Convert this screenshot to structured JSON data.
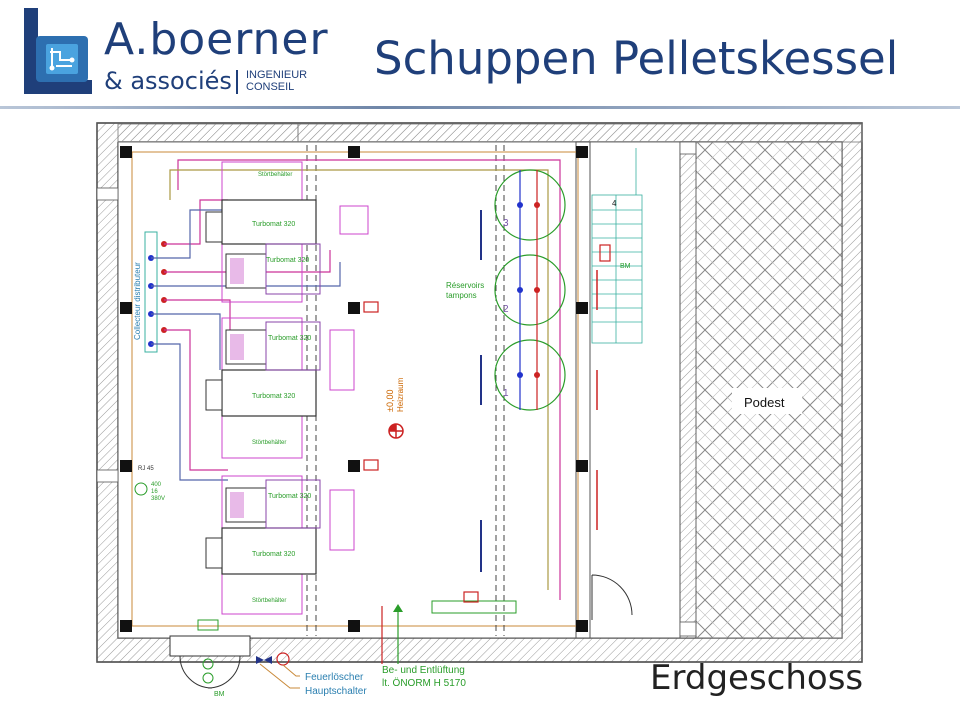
{
  "header": {
    "brand_name": "A.boerner",
    "brand_sub": "& associés",
    "brand_tag_1": "INGENIEUR",
    "brand_tag_2": "CONSEIL",
    "title": "Schuppen Pelletskessel"
  },
  "plan": {
    "units": [
      {
        "boiler_label": "Turbomat 320",
        "tank_label": "Turbomat 320",
        "small_label": "Störtbehälter"
      },
      {
        "boiler_label": "Turbomat 320",
        "tank_label": "Turbomat 320",
        "small_label": "Störtbehälter"
      },
      {
        "boiler_label": "Turbomat 320",
        "tank_label": "Turbomat 320",
        "small_label": "Störtbehälter"
      }
    ],
    "collector_label": "Collecteur distributeur",
    "buffer_label_1": "Réservoirs",
    "buffer_label_2": "tampons",
    "buffer_numbers": [
      "3",
      "2",
      "1"
    ],
    "podest_label": "Podest",
    "elevation_label": "±0,00",
    "elevation_sub": "Heizraum",
    "legend_fire": "Feuerlöscher",
    "legend_switch": "Hauptschalter",
    "legend_vent_1": "Be- und Entlüftung",
    "legend_vent_2": "lt. ÖNORM H 5170",
    "socket_label_1": "400",
    "socket_label_2": "16",
    "socket_label_3": "380V",
    "bm_label": "BM",
    "stair_number": "4",
    "rj_label": "RJ 45"
  },
  "footer": {
    "floor_label": "Erdgeschoss"
  },
  "colors": {
    "brand": "#1f3f7a",
    "wall": "#666666",
    "pipe_magenta": "#cc3399",
    "pipe_red": "#d11",
    "green": "#2a9d2a",
    "stairs": "#39b0a0"
  }
}
